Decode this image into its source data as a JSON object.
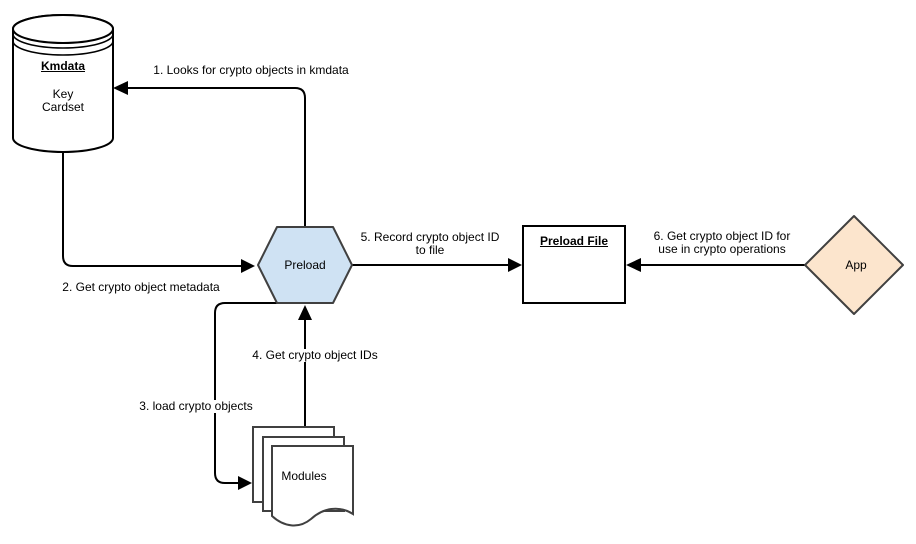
{
  "diagram": {
    "background": "#ffffff",
    "colors": {
      "line": "#000000",
      "shape_border": "#404040",
      "preload_fill": "#cfe2f3",
      "app_fill": "#fce5cd",
      "document_fill": "#ffffff"
    },
    "nodes": {
      "kmdata": {
        "type": "cylinder",
        "title": "Kmdata",
        "lines": [
          "Key",
          "Cardset"
        ]
      },
      "preload": {
        "type": "hexagon",
        "label": "Preload"
      },
      "preload_file": {
        "type": "rectangle",
        "title": "Preload File"
      },
      "app": {
        "type": "diamond",
        "label": "App"
      },
      "modules": {
        "type": "document-stack",
        "label": "Modules"
      }
    },
    "edges": [
      {
        "from": "preload",
        "to": "kmdata",
        "lines": [
          "1. Looks for crypto objects in kmdata"
        ]
      },
      {
        "from": "kmdata",
        "to": "preload",
        "lines": [
          "2. Get crypto object metadata"
        ]
      },
      {
        "from": "preload",
        "to": "modules",
        "lines": [
          "3. load crypto objects"
        ]
      },
      {
        "from": "modules",
        "to": "preload",
        "lines": [
          "4. Get crypto object IDs"
        ]
      },
      {
        "from": "preload",
        "to": "preload_file",
        "lines": [
          "5. Record crypto object ID",
          "to file"
        ]
      },
      {
        "from": "app",
        "to": "preload_file",
        "lines": [
          "6. Get crypto object ID for",
          "use in crypto operations"
        ]
      }
    ]
  }
}
